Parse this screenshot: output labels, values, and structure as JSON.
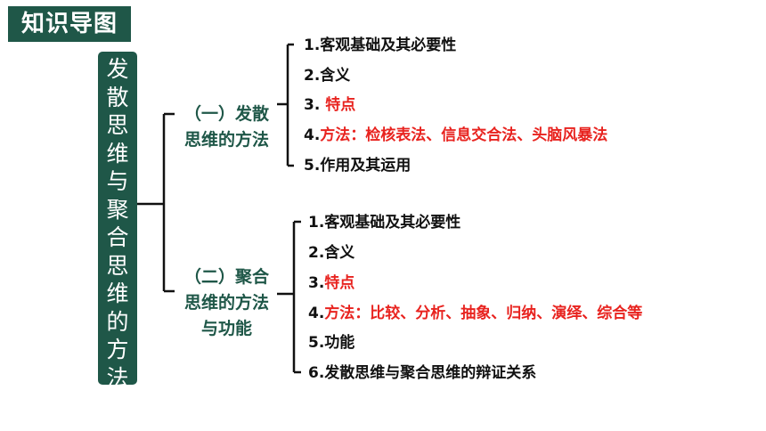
{
  "badge": "知识导图",
  "root_chars": [
    "发",
    "散",
    "思",
    "维",
    "与",
    "聚",
    "合",
    "思",
    "维",
    "的",
    "方",
    "法"
  ],
  "branches": [
    {
      "lines": [
        "（一）发散",
        "思维的方法"
      ],
      "items": [
        {
          "num": "1.",
          "text": "客观基础及其必要性",
          "highlight": false
        },
        {
          "num": "2.",
          "text": "含义",
          "highlight": false
        },
        {
          "num": "3. ",
          "text": "特点",
          "highlight": true
        },
        {
          "num": "4.",
          "text": "方法：检核表法、信息交合法、头脑风暴法",
          "highlight": true
        },
        {
          "num": "5.",
          "text": "作用及其运用",
          "highlight": false
        }
      ]
    },
    {
      "lines": [
        "（二）聚合",
        "思维的方法",
        "与功能"
      ],
      "items": [
        {
          "num": "1.",
          "text": "客观基础及其必要性",
          "highlight": false
        },
        {
          "num": "2.",
          "text": "含义",
          "highlight": false
        },
        {
          "num": "3.",
          "text": "特点",
          "highlight": true
        },
        {
          "num": "4.",
          "text": "方法：比较、分析、抽象、归纳、演绎、综合等",
          "highlight": true
        },
        {
          "num": "5.",
          "text": "功能",
          "highlight": false
        },
        {
          "num": "6.",
          "text": "发散思维与聚合思维的辩证关系",
          "highlight": false
        }
      ]
    }
  ],
  "colors": {
    "accent": "#1f5748",
    "highlight": "#e8231f",
    "text": "#111111",
    "line": "#111111"
  }
}
